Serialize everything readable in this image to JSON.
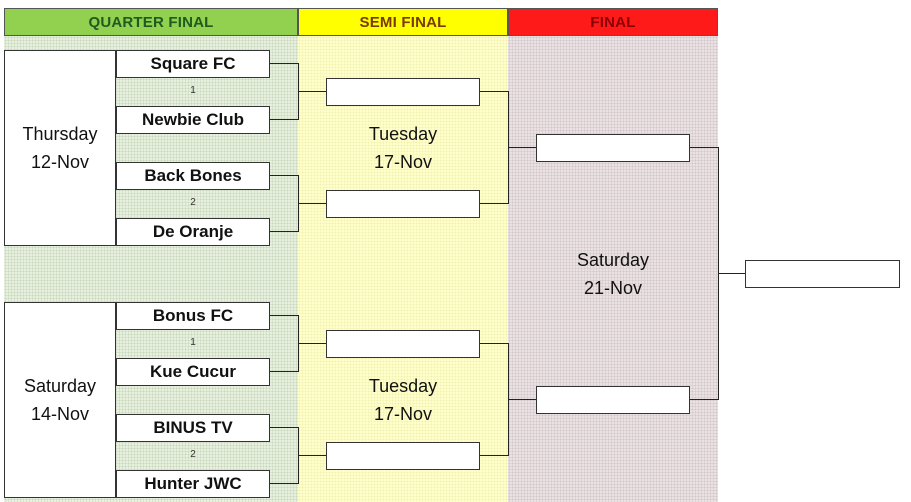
{
  "headers": {
    "quarter_final": "QUARTER FINAL",
    "semi_final": "SEMI FINAL",
    "final": "FINAL"
  },
  "quarter_final": {
    "groups": [
      {
        "day": "Thursday",
        "date": "12-Nov"
      },
      {
        "day": "Saturday",
        "date": "14-Nov"
      }
    ],
    "matches": [
      {
        "number": "1",
        "teams": [
          "Square FC",
          "Newbie Club"
        ]
      },
      {
        "number": "2",
        "teams": [
          "Back Bones",
          "De Oranje"
        ]
      },
      {
        "number": "1",
        "teams": [
          "Bonus FC",
          "Kue Cucur"
        ]
      },
      {
        "number": "2",
        "teams": [
          "BINUS TV",
          "Hunter JWC"
        ]
      }
    ]
  },
  "semi_final": {
    "groups": [
      {
        "day": "Tuesday",
        "date": "17-Nov"
      },
      {
        "day": "Tuesday",
        "date": "17-Nov"
      }
    ]
  },
  "final": {
    "day": "Saturday",
    "date": "21-Nov"
  },
  "colors": {
    "quarter_final_header": "#92d050",
    "semi_final_header": "#ffff00",
    "final_header": "#ff1a1a"
  }
}
